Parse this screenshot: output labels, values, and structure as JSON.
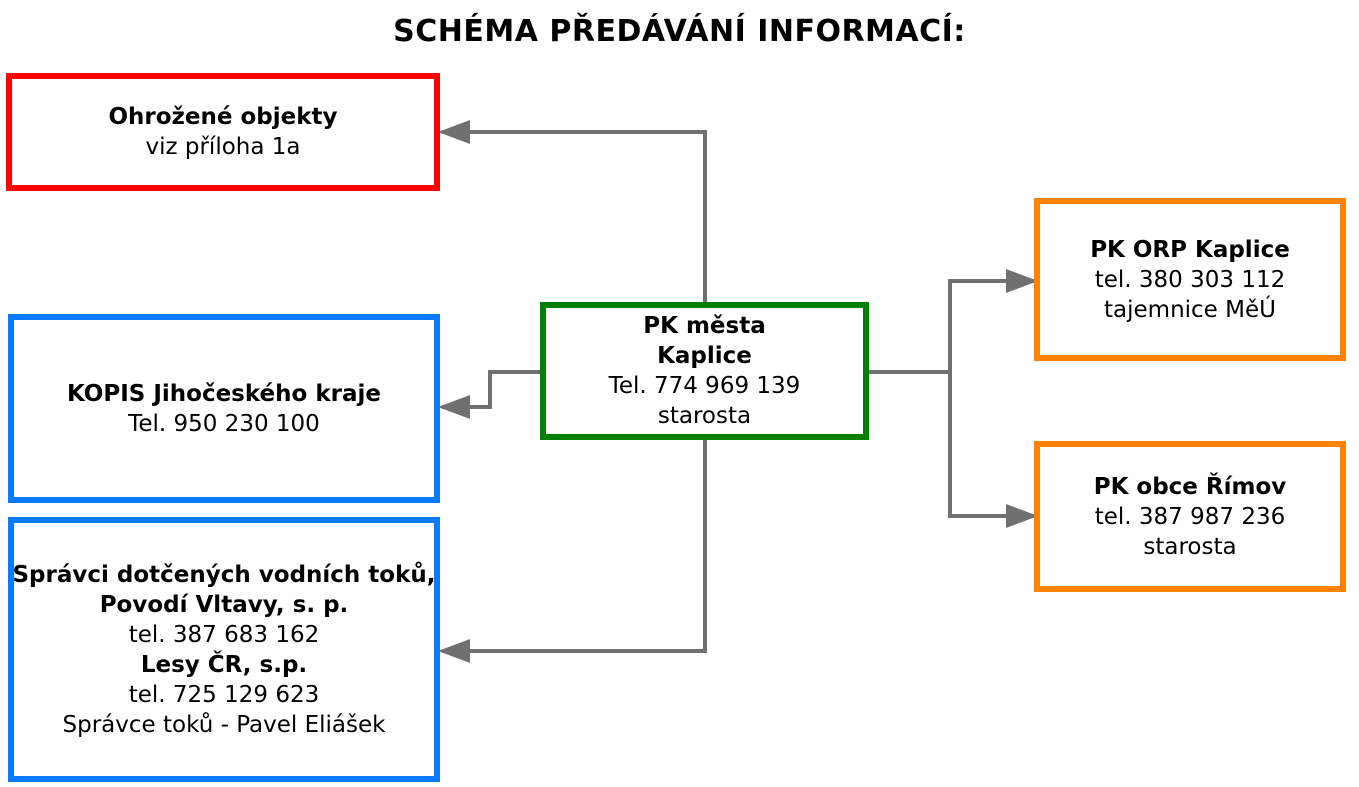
{
  "title": "SCHÉMA PŘEDÁVÁNÍ INFORMACÍ:",
  "colors": {
    "red": "#ff0000",
    "blue": "#0a7bff",
    "green": "#038003",
    "orange": "#ff8300",
    "arrow": "#707070"
  },
  "nodes": {
    "ohrozene": {
      "lines": [
        "Ohrožené objekty",
        "viz příloha 1a"
      ]
    },
    "kopis": {
      "lines": [
        "KOPIS Jihočeského kraje",
        "Tel. 950 230 100"
      ]
    },
    "spravci": {
      "lines": [
        "Správci dotčených vodních toků,",
        "Povodí Vltavy, s. p.",
        "tel. 387 683 162",
        "Lesy ČR, s.p.",
        "tel. 725 129 623",
        "Správce toků - Pavel Eliášek"
      ]
    },
    "center": {
      "lines": [
        "PK města",
        "Kaplice",
        "Tel.  774 969 139",
        "starosta"
      ]
    },
    "orp": {
      "lines": [
        "PK ORP Kaplice",
        "tel. 380 303 112",
        "tajemnice MěÚ"
      ]
    },
    "rimov": {
      "lines": [
        "PK obce Římov",
        "tel. 387 987 236",
        "starosta"
      ]
    }
  }
}
